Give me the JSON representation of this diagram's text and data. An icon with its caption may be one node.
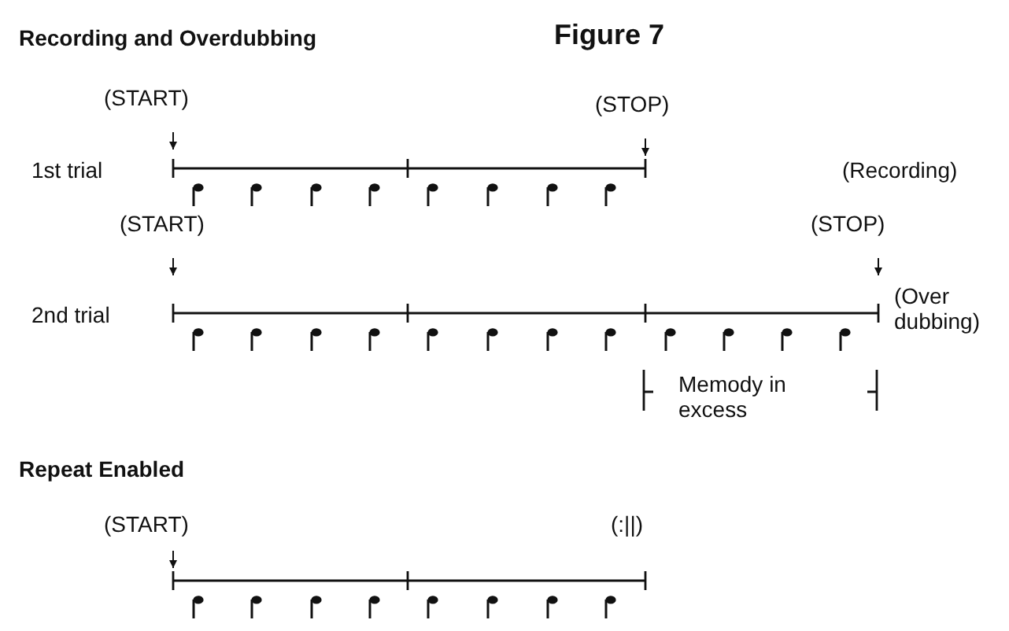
{
  "diagram": {
    "title": "Recording and Overdubbing",
    "labels": [
      "Figure 7",
      "(START)",
      "(STOP)",
      "1st trial",
      "(Recording)",
      "(START)",
      "(STOP)",
      "2nd trial",
      "(Over dubbing)",
      "Memody in excess",
      "Repeat Enabled",
      "(START)",
      "(:||)"
    ]
  }
}
